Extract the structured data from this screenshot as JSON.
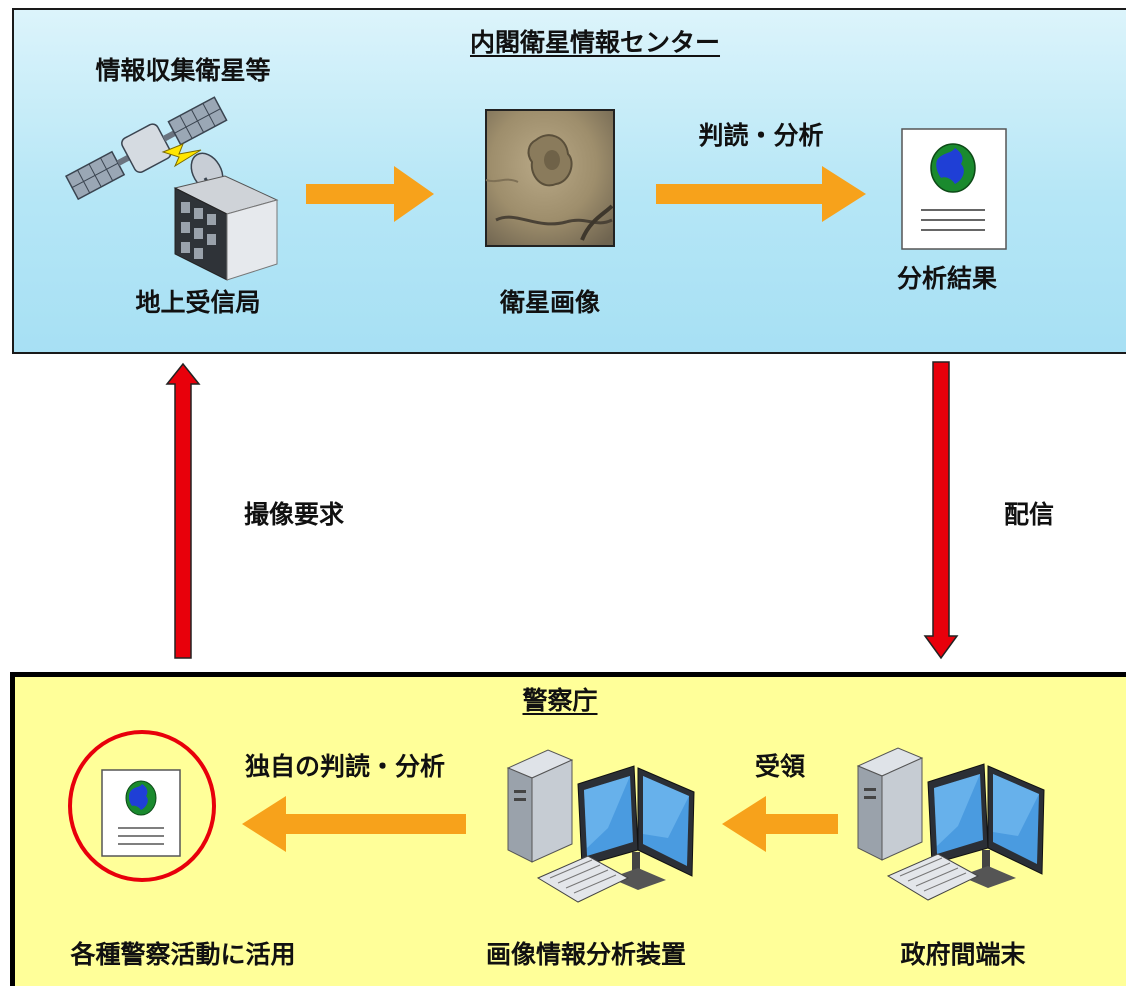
{
  "center": {
    "title": "内閣衛星情報センター",
    "satellite_label": "情報収集衛星等",
    "ground_station_label": "地上受信局",
    "image_label": "衛星画像",
    "analysis_label": "判読・分析",
    "result_label": "分析結果"
  },
  "flows": {
    "request_label": "撮像要求",
    "delivery_label": "配信"
  },
  "police": {
    "title": "警察庁",
    "receive_label": "受領",
    "own_analysis_label": "独自の判読・分析",
    "terminal_label": "政府間端末",
    "analyzer_label": "画像情報分析装置",
    "usage_label": "各種警察活動に活用"
  },
  "colors": {
    "top_background": "#b5e6f6",
    "bottom_background": "#ffff99",
    "orange_arrow": "#f7a21b",
    "red_arrow": "#e8000b",
    "highlight_circle": "#e8000b"
  }
}
